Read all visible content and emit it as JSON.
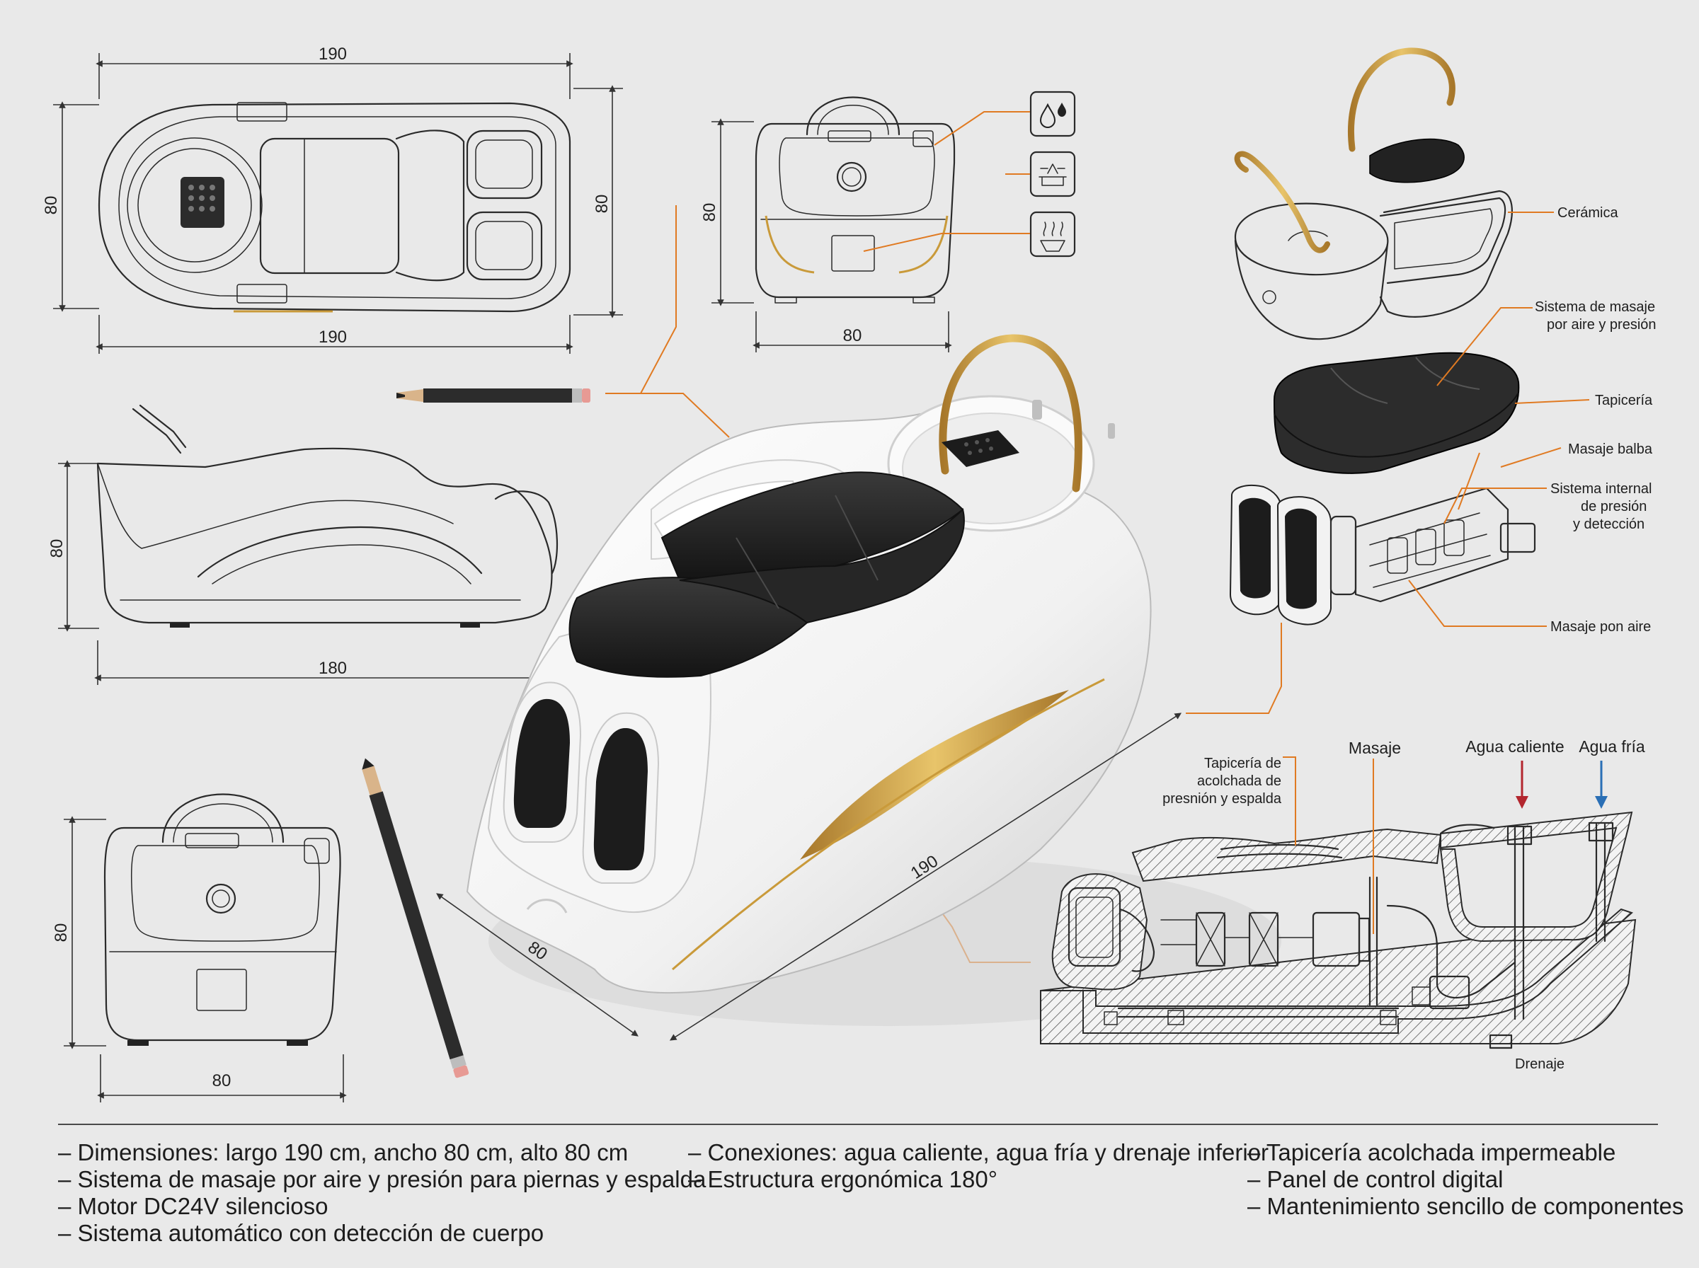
{
  "dimensions": {
    "top_length_top": "190",
    "top_length_bottom": "190",
    "top_width_left": "80",
    "top_width_right": "80",
    "front_height": "80",
    "front_width": "80",
    "side_height": "80",
    "side_length": "180",
    "back_height": "80",
    "back_width": "80",
    "iso_length": "190",
    "iso_width": "80"
  },
  "exploded_labels": {
    "ceramic": "Cerámica",
    "massage_system": [
      "Sistema de masaje",
      "por aire y presión"
    ],
    "upholstery": "Tapicería",
    "calf_massage": "Masaje balba",
    "internal_system": [
      "Sistema internal",
      "de presión",
      "y detección"
    ],
    "air_massage": "Masaje pon aire"
  },
  "section_labels": {
    "padded_upholstery": [
      "Tapicería de",
      "acolchada de",
      "presnión y espalda"
    ],
    "massage": "Masaje",
    "hot_water": "Agua caliente",
    "cold_water": "Agua fría",
    "drain": "Drenaje"
  },
  "icons": [
    "water-drop-icon",
    "pressure-icon",
    "heat-icon"
  ],
  "colors": {
    "accent_orange": "#e07a22",
    "gold_trim": "#c99a3a",
    "hot_water": "#b3262e",
    "cold_water": "#2a6fb5"
  },
  "specs": {
    "col1": [
      "– Dimensiones: largo 190 cm, ancho 80 cm, alto 80 cm",
      "– Sistema de masaje por aire y presión para piernas y espalda",
      "– Motor DC24V silencioso",
      "– Sistema automático con detección de cuerpo"
    ],
    "col2": [
      "– Conexiones: agua caliente, agua fría y drenaje inferior",
      "– Estructura ergonómica 180°"
    ],
    "col3": [
      "– Tapicería acolchada impermeable",
      "– Panel de control digital",
      "– Mantenimiento sencillo de componentes"
    ]
  }
}
